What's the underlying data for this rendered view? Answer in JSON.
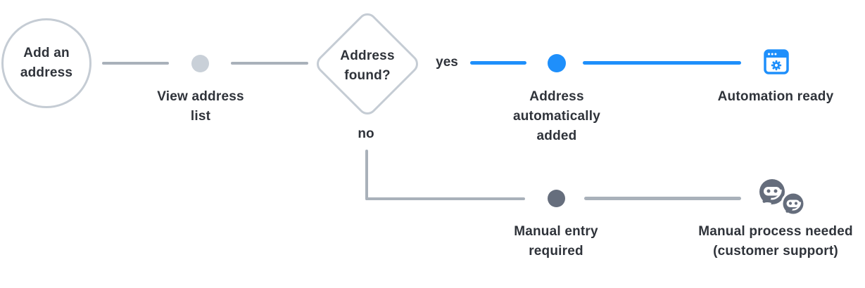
{
  "nodes": {
    "start": {
      "lines": [
        "Add an",
        "address"
      ]
    },
    "view_address_list": {
      "lines": [
        "View address",
        "list"
      ]
    },
    "decision": {
      "lines": [
        "Address",
        "found?"
      ]
    },
    "address_auto_added": {
      "lines": [
        "Address",
        "automatically",
        "added"
      ]
    },
    "automation_ready": {
      "label": "Automation ready",
      "icon": "browser-settings-icon"
    },
    "manual_entry": {
      "lines": [
        "Manual entry",
        "required"
      ]
    },
    "manual_process": {
      "lines": [
        "Manual process needed",
        "(customer support)"
      ],
      "icon": "customer-support-agents-icon"
    }
  },
  "branches": {
    "yes": "yes",
    "no": "no"
  },
  "colors": {
    "accent_blue": "#1e8ffb",
    "line_gray": "#a9b1ba",
    "dot_light": "#c9d0d8",
    "dot_dark": "#666e7d",
    "shape_border": "#c5ccd4",
    "icon_gray": "#656d7c",
    "text": "#2f333a"
  }
}
